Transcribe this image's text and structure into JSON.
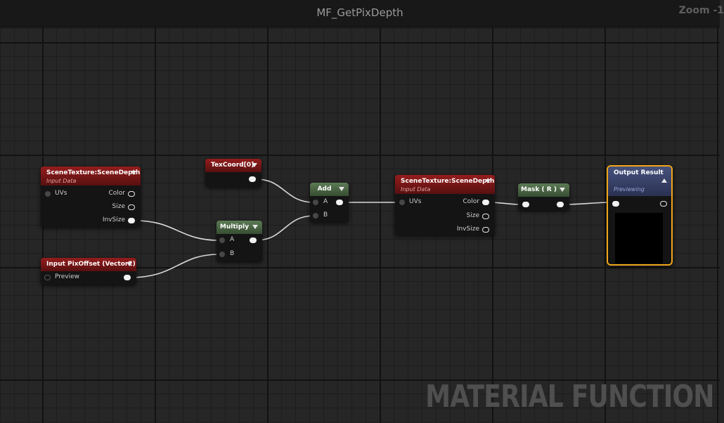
{
  "graph_title": "MF_GetPixDepth",
  "zoom_label": "Zoom -1",
  "watermark": "MATERIAL FUNCTION",
  "colors": {
    "wire": "#d8d8d8",
    "header_red": "#8b1c1c",
    "header_green": "#4d6948",
    "header_blue": "#3a4470",
    "selection_orange": "#f0a51a"
  },
  "nodes": {
    "scene_depth_1": {
      "title": "SceneTexture:SceneDepth",
      "subtitle": "Input Data",
      "input": "UVs",
      "outputs": [
        "Color",
        "Size",
        "InvSize"
      ]
    },
    "texcoord": {
      "title": "TexCoord[0]"
    },
    "multiply": {
      "title": "Multiply",
      "inputs": [
        "A",
        "B"
      ]
    },
    "pix_offset": {
      "title": "Input PixOffset (Vector2)",
      "input": "Preview"
    },
    "add": {
      "title": "Add",
      "inputs": [
        "A",
        "B"
      ]
    },
    "scene_depth_2": {
      "title": "SceneTexture:SceneDepth",
      "subtitle": "Input Data",
      "input": "UVs",
      "outputs": [
        "Color",
        "Size",
        "InvSize"
      ]
    },
    "mask": {
      "title": "Mask ( R )"
    },
    "output": {
      "title": "Output Result",
      "subtitle": "Previewing"
    }
  }
}
